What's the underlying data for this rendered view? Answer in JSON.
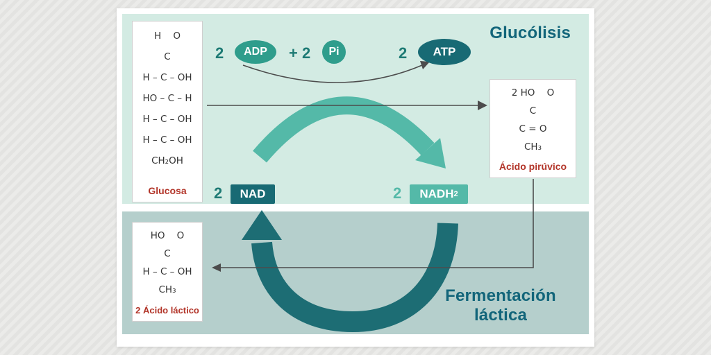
{
  "glycolysis": {
    "title": "Glucólisis",
    "adp_count": "2",
    "adp_label": "ADP",
    "plus_label": "+ 2",
    "pi_label": "Pi",
    "atp_count": "2",
    "atp_label": "ATP",
    "nad_count": "2",
    "nad_label": "NAD",
    "nadh_count": "2",
    "nadh_label": "NADH",
    "nadh_sub": "2",
    "glucose": {
      "rows": [
        "H    O",
        "C",
        "H – C – OH",
        "HO – C – H",
        "H – C – OH",
        "H – C – OH",
        "CH₂OH"
      ],
      "label": "Glucosa"
    },
    "pyruvate": {
      "rows": [
        "2 HO    O",
        "C",
        "C = O",
        "CH₃"
      ],
      "label": "Ácido pirúvico"
    }
  },
  "fermentation": {
    "title_line1": "Fermentación",
    "title_line2": "láctica",
    "lactic": {
      "rows": [
        "HO    O",
        "C",
        "H – C – OH",
        "CH₃"
      ],
      "label": "2 Ácido láctico"
    }
  },
  "colors": {
    "dark_teal": "#186a74",
    "medium_teal": "#2f9d8c",
    "light_teal": "#54b9a8",
    "panel_mint": "#d3ebe3",
    "panel_gray_teal": "#b5cfcc",
    "red_label": "#b23428",
    "title_teal": "#12657a",
    "thin_line": "#4c4c4c"
  }
}
